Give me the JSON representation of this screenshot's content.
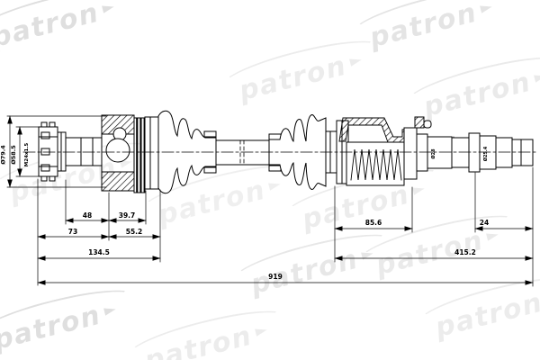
{
  "drawing": {
    "title": "drive-shaft-technical-drawing",
    "labels": {
      "dia_79_4": "Ø79.4",
      "dia_58_5": "Ø58.5",
      "thread": "M24x1.5",
      "dim_48": "48",
      "dim_39_7": "39.7",
      "dim_73": "73",
      "dim_55_2": "55.2",
      "dim_134_5": "134.5",
      "dim_85_6": "85.6",
      "dim_24": "24",
      "dim_415_2": "415.2",
      "dim_919": "919",
      "shaft_label_1": "Ø28",
      "shaft_label_2": "Ø25.4"
    },
    "colors": {
      "line": "#000000",
      "background": "#ffffff"
    }
  },
  "watermark": {
    "text": "patron",
    "arrow": "►"
  }
}
